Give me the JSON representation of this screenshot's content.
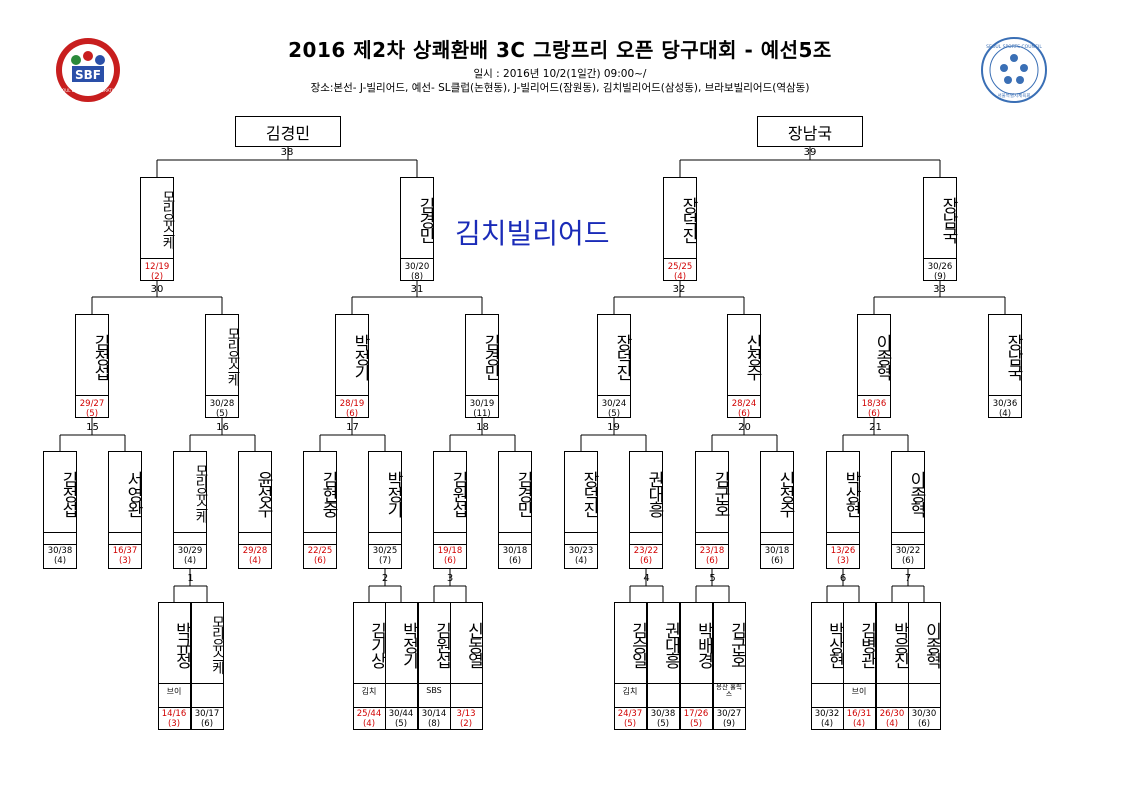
{
  "header": {
    "title": "2016 제2차 상쾌환배 3C 그랑프리 오픈 당구대회 - 예선5조",
    "date": "일시 : 2016년 10/2(1일간) 09:00~/",
    "venue": "장소:본선- J-빌리어드, 예선- SL클럽(논현동), J-빌리어드(잠원동), 김치빌리어드(삼성동), 브라보빌리어드(역삼동)",
    "left_logo_text": "SBF",
    "left_logo_sub": "SEOUL BILLIARDS FEDERATION",
    "right_logo_text": "SEOUL SPORTS COUNCIL",
    "right_logo_sub": "서울특별시체육회"
  },
  "venue_label": "김치빌리어드",
  "winners": [
    {
      "id": "w38",
      "name": "김경민"
    },
    {
      "id": "w39",
      "name": "장남국"
    }
  ],
  "match_numbers": [
    {
      "id": "m38",
      "label": "38"
    },
    {
      "id": "m39",
      "label": "39"
    },
    {
      "id": "m30",
      "label": "30"
    },
    {
      "id": "m31",
      "label": "31"
    },
    {
      "id": "m32",
      "label": "32"
    },
    {
      "id": "m33",
      "label": "33"
    },
    {
      "id": "m15",
      "label": "15"
    },
    {
      "id": "m16",
      "label": "16"
    },
    {
      "id": "m17",
      "label": "17"
    },
    {
      "id": "m18",
      "label": "18"
    },
    {
      "id": "m19",
      "label": "19"
    },
    {
      "id": "m20",
      "label": "20"
    },
    {
      "id": "m21",
      "label": "21"
    },
    {
      "id": "m1",
      "label": "1"
    },
    {
      "id": "m2",
      "label": "2"
    },
    {
      "id": "m3",
      "label": "3"
    },
    {
      "id": "m4",
      "label": "4"
    },
    {
      "id": "m5",
      "label": "5"
    },
    {
      "id": "m6",
      "label": "6"
    },
    {
      "id": "m7",
      "label": "7"
    }
  ],
  "players": [
    {
      "id": "r2a",
      "name": "모리유스케",
      "score": "12/19",
      "inning": "(2)",
      "lost": true
    },
    {
      "id": "r2b",
      "name": "김경민",
      "score": "30/20",
      "inning": "(8)",
      "lost": false
    },
    {
      "id": "r2c",
      "name": "장덕진",
      "score": "25/25",
      "inning": "(4)",
      "lost": true
    },
    {
      "id": "r2d",
      "name": "장남국",
      "score": "30/26",
      "inning": "(9)",
      "lost": false
    },
    {
      "id": "r3a",
      "name": "김정섭",
      "score": "29/27",
      "inning": "(5)",
      "lost": true
    },
    {
      "id": "r3b",
      "name": "모리유스케",
      "score": "30/28",
      "inning": "(5)",
      "lost": false
    },
    {
      "id": "r3c",
      "name": "박정기",
      "score": "28/19",
      "inning": "(6)",
      "lost": true
    },
    {
      "id": "r3d",
      "name": "김경민",
      "score": "30/19",
      "inning": "(11)",
      "lost": false
    },
    {
      "id": "r3e",
      "name": "장덕진",
      "score": "30/24",
      "inning": "(5)",
      "lost": false
    },
    {
      "id": "r3f",
      "name": "신정주",
      "score": "28/24",
      "inning": "(6)",
      "lost": true
    },
    {
      "id": "r3g",
      "name": "이종혁",
      "score": "18/36",
      "inning": "(6)",
      "lost": true
    },
    {
      "id": "r3h",
      "name": "장남국",
      "score": "30/36",
      "inning": "(4)",
      "lost": false
    },
    {
      "id": "r4a",
      "name": "김정섭",
      "score": "30/38",
      "inning": "(4)",
      "lost": false
    },
    {
      "id": "r4b",
      "name": "서영완",
      "score": "16/37",
      "inning": "(3)",
      "lost": true
    },
    {
      "id": "r4c",
      "name": "모리유스케",
      "score": "30/29",
      "inning": "(4)",
      "lost": false
    },
    {
      "id": "r4d",
      "name": "윤성수",
      "score": "29/28",
      "inning": "(4)",
      "lost": true
    },
    {
      "id": "r4e",
      "name": "김현중",
      "score": "22/25",
      "inning": "(6)",
      "lost": true
    },
    {
      "id": "r4f",
      "name": "박정기",
      "score": "30/25",
      "inning": "(7)",
      "lost": false
    },
    {
      "id": "r4g",
      "name": "김원섭",
      "score": "19/18",
      "inning": "(6)",
      "lost": true
    },
    {
      "id": "r4h",
      "name": "김경민",
      "score": "30/18",
      "inning": "(6)",
      "lost": false
    },
    {
      "id": "r4i",
      "name": "장덕진",
      "score": "30/23",
      "inning": "(4)",
      "lost": false
    },
    {
      "id": "r4j",
      "name": "권대흥",
      "score": "23/22",
      "inning": "(6)",
      "lost": true
    },
    {
      "id": "r4k",
      "name": "김군호",
      "score": "23/18",
      "inning": "(6)",
      "lost": true
    },
    {
      "id": "r4l",
      "name": "신정주",
      "score": "30/18",
      "inning": "(6)",
      "lost": false
    },
    {
      "id": "r4m",
      "name": "박상현",
      "score": "13/26",
      "inning": "(3)",
      "lost": true
    },
    {
      "id": "r4n",
      "name": "이종혁",
      "score": "30/22",
      "inning": "(6)",
      "lost": false
    },
    {
      "id": "r5a",
      "name": "박규정",
      "club": "브이",
      "score": "14/16",
      "inning": "(3)",
      "lost": true
    },
    {
      "id": "r5b",
      "name": "모리유스케",
      "club": "",
      "score": "30/17",
      "inning": "(6)",
      "lost": false
    },
    {
      "id": "r5c",
      "name": "김기상",
      "club": "김치",
      "score": "25/44",
      "inning": "(4)",
      "lost": true
    },
    {
      "id": "r5d",
      "name": "박정기",
      "club": "",
      "score": "30/44",
      "inning": "(5)",
      "lost": false
    },
    {
      "id": "r5e",
      "name": "김원섭",
      "club": "SBS",
      "score": "30/14",
      "inning": "(8)",
      "lost": false
    },
    {
      "id": "r5f",
      "name": "신동열",
      "club": "",
      "score": "3/13",
      "inning": "(2)",
      "lost": true
    },
    {
      "id": "r5g",
      "name": "김승일",
      "club": "김치",
      "score": "24/37",
      "inning": "(5)",
      "lost": true
    },
    {
      "id": "r5h",
      "name": "권대흥",
      "club": "",
      "score": "30/38",
      "inning": "(5)",
      "lost": false
    },
    {
      "id": "r5i",
      "name": "박배경",
      "club": "",
      "score": "17/26",
      "inning": "(5)",
      "lost": true
    },
    {
      "id": "r5j",
      "name": "김군호",
      "club": "용산 홀릭스",
      "score": "30/27",
      "inning": "(9)",
      "lost": false
    },
    {
      "id": "r5k",
      "name": "박상현",
      "club": "",
      "score": "30/32",
      "inning": "(4)",
      "lost": false
    },
    {
      "id": "r5l",
      "name": "김병관",
      "club": "브이",
      "score": "16/31",
      "inning": "(4)",
      "lost": true
    },
    {
      "id": "r5m",
      "name": "박응진",
      "club": "",
      "score": "26/30",
      "inning": "(4)",
      "lost": true
    },
    {
      "id": "r5n",
      "name": "이종혁",
      "club": "",
      "score": "30/30",
      "inning": "(6)",
      "lost": false
    }
  ],
  "colors": {
    "loss": "#d10000",
    "venue_label": "#1a2bb8",
    "logo_green": "#2a8a3a",
    "logo_red": "#c81e1e",
    "logo_blue": "#2a4fa8"
  }
}
